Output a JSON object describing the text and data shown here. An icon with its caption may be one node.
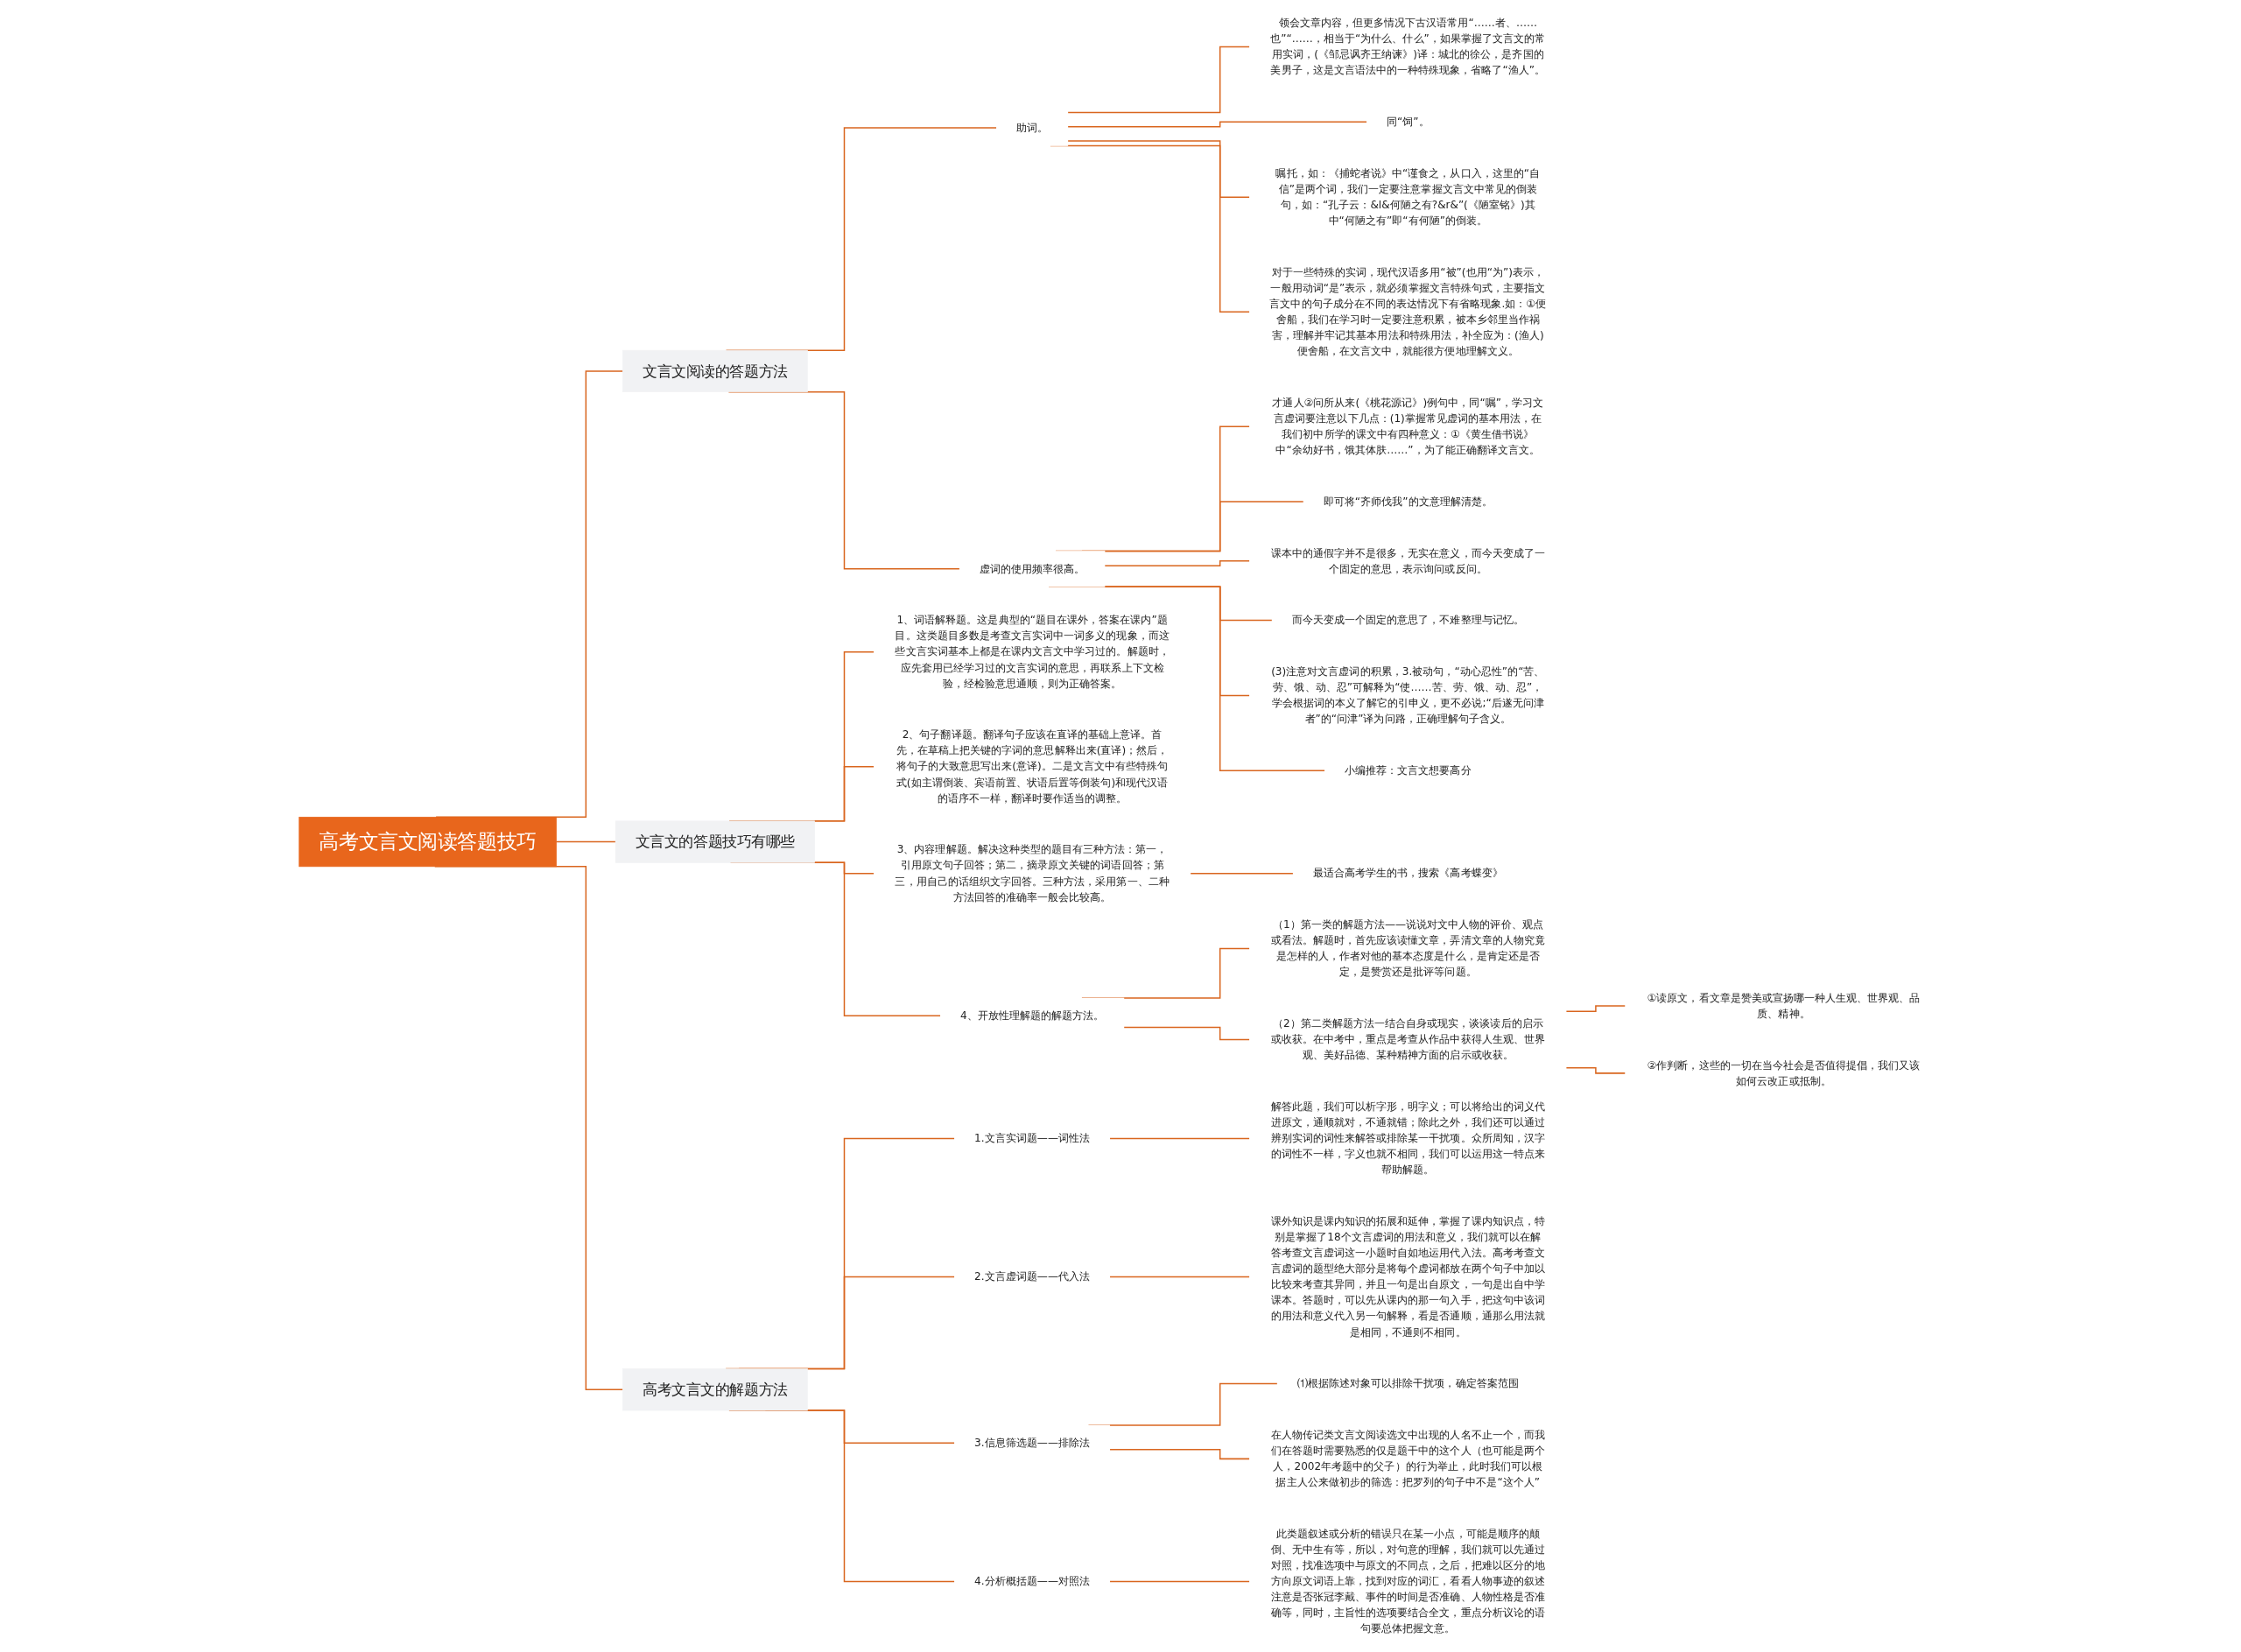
{
  "diagram": {
    "nodes": [
      {
        "text": [
          "高考文言文阅读答题技巧"
        ]
      },
      {
        "text": [
          "文言文阅读的答题方法"
        ]
      },
      {
        "text": [
          "助词。"
        ]
      },
      {
        "text": [
          "领会文章内容，但更多情况下古汉语常用“……者、……也”“……，相当于“为什么、什么”，如果掌握了文言文的常用实词，(《邹忌讽齐王纳谏》)译：城北的徐公，是齐国的美男子，这是文言语法中的一种特殊现象，省略了“渔人”。"
        ]
      },
      {
        "text": [
          "同“饲”。"
        ]
      },
      {
        "text": [
          "嘱托，如：《捕蛇者说》中“谨食之，从口入，这里的“自信”是两个词，我们一定要注意掌握文言文中常见的倒装句，如：“孔子云：&l&何陋之有?&r&”(《陋室铭》)其中“何陋之有”即“有何陋”的倒装。"
        ]
      },
      {
        "text": [
          "对于一些特殊的实词，现代汉语多用“被”(也用“为”)表示，一般用动词“是”表示，就必须掌握文言特殊句式，主要指文言文中的句子成分在不同的表达情况下有省略现象.如：①便舍船，我们在学习时一定要注意积累，被本乡邻里当作祸害，理解并牢记其基本用法和特殊用法，补全应为：(渔人)便舍船，在文言文中，就能很方便地理解文义。"
        ]
      },
      {
        "text": [
          "虚词的使用频率很高。"
        ]
      },
      {
        "text": [
          "才通人②问所从来(《桃花源记》)例句中，同“嘱”，学习文言虚词要注意以下几点：(1)掌握常见虚词的基本用法，在我们初中所学的课文中有四种意义：①《黄生借书说》中“余幼好书，饿其体肤……”，为了能正确翻译文言文。"
        ]
      },
      {
        "text": [
          "即可将“齐师伐我”的文意理解清楚。"
        ]
      },
      {
        "text": [
          "课本中的通假字并不是很多，无实在意义，而今天变成了一个固定的意思，表示询问或反问。"
        ]
      },
      {
        "text": [
          "而今天变成一个固定的意思了，不难整理与记忆。"
        ]
      },
      {
        "text": [
          "(3)注意对文言虚词的积累，3.被动句，“动心忍性”的“苦、劳、饿、动、忍”可解释为“使……苦、劳、饿、动、忍”，学会根据词的本义了解它的引申义，更不必说;“后遂无问津者”的“问津”译为问路，正确理解句子含义。"
        ]
      },
      {
        "text": [
          "小编推荐：文言文想要高分"
        ]
      },
      {
        "text": [
          "文言文的答题技巧有哪些"
        ]
      },
      {
        "text": [
          "1、词语解释题。这是典型的“题目在课外，答案在课内”题目。这类题目多数是考查文言实词中一词多义的现象，而这些文言实词基本上都是在课内文言文中学习过的。解题时，应先套用已经学习过的文言实词的意思，再联系上下文检验，经检验意思通顺，则为正确答案。"
        ]
      },
      {
        "text": [
          "2、句子翻译题。翻译句子应该在直译的基础上意译。首先，在草稿上把关键的字词的意思解释出来(直译)；然后，将句子的大致意思写出来(意译)。二是文言文中有些特殊句式(如主谓倒装、宾语前置、状语后置等倒装句)和现代汉语的语序不一样，翻译时要作适当的调整。"
        ]
      },
      {
        "text": [
          "3、内容理解题。解决这种类型的题目有三种方法：第一，引用原文句子回答；第二，摘录原文关键的词语回答；第三，用自己的话组织文字回答。三种方法，采用第一、二种方法回答的准确率一般会比较高。"
        ]
      },
      {
        "text": [
          "最适合高考学生的书，搜索《高考蝶变》"
        ]
      },
      {
        "text": [
          "4、开放性理解题的解题方法。"
        ]
      },
      {
        "text": [
          "（1）第一类的解题方法——说说对文中人物的评价、观点或看法。解题时，首先应该读懂文章，弄清文章的人物究竟是怎样的人，作者对他的基本态度是什么，是肯定还是否定，是赞赏还是批评等问题。"
        ]
      },
      {
        "text": [
          "（2）第二类解题方法一结合自身或现实，谈谈读后的启示或收获。在中考中，重点是考查从作品中获得人生观、世界观、美好品德、某种精神方面的启示或收获。"
        ]
      },
      {
        "text": [
          "①读原文，看文章是赞美或宣扬哪一种人生观、世界观、品质、精神。"
        ]
      },
      {
        "text": [
          "②作判断，这些的一切在当今社会是否值得提倡，我们又该如何云改正或抵制。"
        ]
      },
      {
        "text": [
          "高考文言文的解题方法"
        ]
      },
      {
        "text": [
          "1.文言实词题——词性法"
        ]
      },
      {
        "text": [
          "解答此题，我们可以析字形，明字义；可以将给出的词义代进原文，通顺就对，不通就错；除此之外，我们还可以通过辨别实词的词性来解答或排除某一干扰项。众所周知，汉字的词性不一样，字义也就不相同，我们可以运用这一特点来帮助解题。"
        ]
      },
      {
        "text": [
          "2.文言虚词题——代入法"
        ]
      },
      {
        "text": [
          "课外知识是课内知识的拓展和延伸，掌握了课内知识点，特别是掌握了18个文言虚词的用法和意义，我们就可以在解答考查文言虚词这一小题时自如地运用代入法。高考考查文言虚词的题型绝大部分是将每个虚词都放在两个句子中加以比较来考查其异同，并且一句是出自原文，一句是出自中学课本。答题时，可以先从课内的那一句入手，把这句中该词的用法和意义代入另一句解释，看是否通顺，通那么用法就是相同，不通则不相同。"
        ]
      },
      {
        "text": [
          "3.信息筛选题——排除法"
        ]
      },
      {
        "text": [
          "⑴根据陈述对象可以排除干扰项，确定答案范围"
        ]
      },
      {
        "text": [
          "在人物传记类文言文阅读选文中出现的人名不止一个，而我们在答题时需要熟悉的仅是题干中的这个人（也可能是两个人，2002年考题中的父子）的行为举止，此时我们可以根据主人公来做初步的筛选：把罗列的句子中不是“这个人”"
        ]
      },
      {
        "text": [
          "4.分析概括题——对照法"
        ]
      },
      {
        "text": [
          "此类题叙述或分析的错误只在某一小点，可能是顺序的颠倒、无中生有等，所以，对句意的理解，我们就可以先通过对照，找准选项中与原文的不同点，之后，把难以区分的地方向原文词语上靠，找到对应的词汇，看看人物事迹的叙述注意是否张冠李戴、事件的时间是否准确、人物性格是否准确等，同时，主旨性的选项要结合全文，重点分析议论的语句要总体把握文意。"
        ]
      }
    ],
    "edges": [
      {
        "from": 0,
        "to": 1,
        "arrow": "none"
      },
      {
        "from": 1,
        "to": 2,
        "arrow": "none"
      },
      {
        "from": 2,
        "to": 3,
        "arrow": "none"
      },
      {
        "from": 2,
        "to": 4,
        "arrow": "none"
      },
      {
        "from": 2,
        "to": 5,
        "arrow": "none"
      },
      {
        "from": 2,
        "to": 6,
        "arrow": "none"
      },
      {
        "from": 1,
        "to": 7,
        "arrow": "none"
      },
      {
        "from": 7,
        "to": 8,
        "arrow": "none"
      },
      {
        "from": 7,
        "to": 9,
        "arrow": "none"
      },
      {
        "from": 7,
        "to": 10,
        "arrow": "none"
      },
      {
        "from": 7,
        "to": 11,
        "arrow": "none"
      },
      {
        "from": 7,
        "to": 12,
        "arrow": "none"
      },
      {
        "from": 7,
        "to": 13,
        "arrow": "none"
      },
      {
        "from": 0,
        "to": 14,
        "arrow": "none"
      },
      {
        "from": 14,
        "to": 15,
        "arrow": "none"
      },
      {
        "from": 14,
        "to": 16,
        "arrow": "none"
      },
      {
        "from": 14,
        "to": 17,
        "arrow": "none"
      },
      {
        "from": 17,
        "to": 18,
        "arrow": "none"
      },
      {
        "from": 14,
        "to": 19,
        "arrow": "none"
      },
      {
        "from": 19,
        "to": 20,
        "arrow": "none"
      },
      {
        "from": 19,
        "to": 21,
        "arrow": "none"
      },
      {
        "from": 21,
        "to": 22,
        "arrow": "none"
      },
      {
        "from": 21,
        "to": 23,
        "arrow": "none"
      },
      {
        "from": 0,
        "to": 24,
        "arrow": "none"
      },
      {
        "from": 24,
        "to": 25,
        "arrow": "none"
      },
      {
        "from": 25,
        "to": 26,
        "arrow": "none"
      },
      {
        "from": 24,
        "to": 27,
        "arrow": "none"
      },
      {
        "from": 27,
        "to": 28,
        "arrow": "none"
      },
      {
        "from": 24,
        "to": 29,
        "arrow": "none"
      },
      {
        "from": 29,
        "to": 30,
        "arrow": "none"
      },
      {
        "from": 29,
        "to": 31,
        "arrow": "none"
      },
      {
        "from": 24,
        "to": 32,
        "arrow": "none"
      },
      {
        "from": 32,
        "to": 33,
        "arrow": "none"
      }
    ]
  }
}
